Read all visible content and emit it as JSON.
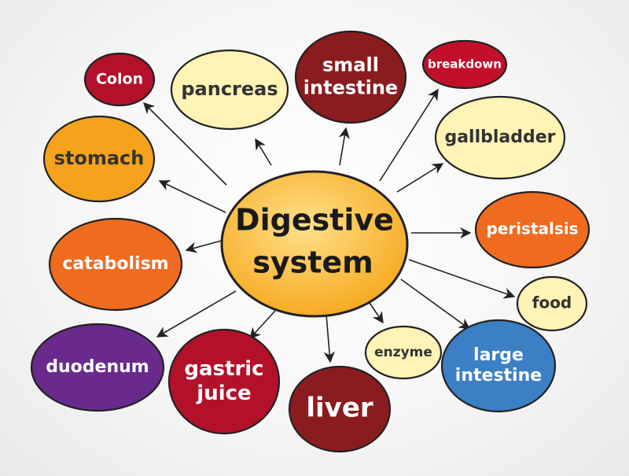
{
  "center": {
    "line1": "Digestive",
    "line2": "system"
  },
  "nodes": [
    {
      "id": "colon",
      "lines": [
        "Colon"
      ],
      "fill": "#b3102a",
      "text": "#ffffff"
    },
    {
      "id": "pancreas",
      "lines": [
        "pancreas"
      ],
      "fill": "#fff3b5",
      "text": "#333333"
    },
    {
      "id": "small-intestine",
      "lines": [
        "small",
        "intestine"
      ],
      "fill": "#8a1c1f",
      "text": "#ffffff"
    },
    {
      "id": "breakdown",
      "lines": [
        "breakdown"
      ],
      "fill": "#c2102a",
      "text": "#ffffff"
    },
    {
      "id": "gallbladder",
      "lines": [
        "gallbladder"
      ],
      "fill": "#fff3b5",
      "text": "#333333"
    },
    {
      "id": "stomach",
      "lines": [
        "stomach"
      ],
      "fill": "#f5a21c",
      "text": "#333333"
    },
    {
      "id": "peristalsis",
      "lines": [
        "peristalsis"
      ],
      "fill": "#ef6b1f",
      "text": "#ffffff"
    },
    {
      "id": "catabolism",
      "lines": [
        "catabolism"
      ],
      "fill": "#ef6b1f",
      "text": "#ffffff"
    },
    {
      "id": "food",
      "lines": [
        "food"
      ],
      "fill": "#fff3b5",
      "text": "#333333"
    },
    {
      "id": "enzyme",
      "lines": [
        "enzyme"
      ],
      "fill": "#fff3b5",
      "text": "#333333"
    },
    {
      "id": "duodenum",
      "lines": [
        "duodenum"
      ],
      "fill": "#6a2a8c",
      "text": "#ffffff"
    },
    {
      "id": "gastric-juice",
      "lines": [
        "gastric",
        "juice"
      ],
      "fill": "#b3102a",
      "text": "#ffffff"
    },
    {
      "id": "liver",
      "lines": [
        "liver"
      ],
      "fill": "#8a1c1f",
      "text": "#ffffff"
    },
    {
      "id": "large-intestine",
      "lines": [
        "large",
        "intestine"
      ],
      "fill": "#3b7fc4",
      "text": "#ffffff"
    }
  ],
  "colors": {
    "center": "#f7b52b",
    "stroke": "#222222"
  }
}
